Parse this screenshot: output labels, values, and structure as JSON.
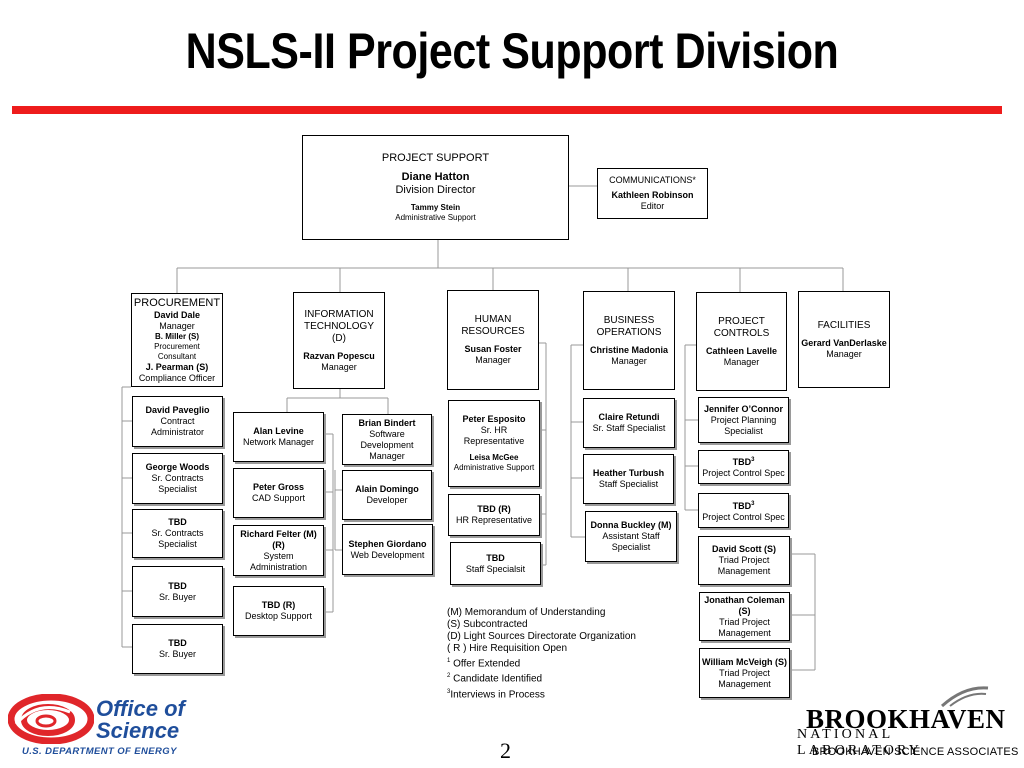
{
  "title": "NSLS-II Project Support Division",
  "page_number": "2",
  "footer": {
    "left_logo": {
      "line1": "Office of",
      "line2": "Science",
      "line3": "U.S. DEPARTMENT OF ENERGY"
    },
    "right_logo": {
      "word": "BROOKHAVEN",
      "sub": "NATIONAL LABORATORY",
      "associates": "BROOKHAVEN SCIENCE ASSOCIATES"
    }
  },
  "colors": {
    "title_bar": "#ee1c1c",
    "logo_blue": "#1f4e9b",
    "logo_red": "#e0262a"
  },
  "org": {
    "top": {
      "heading": "PROJECT SUPPORT",
      "director_name": "Diane  Hatton",
      "director_title": "Division Director",
      "assistant_name": "Tammy Stein",
      "assistant_title": "Administrative Support"
    },
    "communications": {
      "heading": "COMMUNICATIONS*",
      "name": "Kathleen Robinson",
      "title": "Editor"
    },
    "procurement": {
      "head": {
        "heading": "PROCUREMENT",
        "name": "David Dale",
        "title": "Manager",
        "name2": "B. Miller (S)",
        "title2": "Procurement Consultant",
        "name3": "J. Pearman (S)",
        "title3": "Compliance Officer"
      },
      "staff": [
        {
          "name": "David Paveglio",
          "title": "Contract Administrator"
        },
        {
          "name": "George Woods",
          "title": "Sr. Contracts Specialist"
        },
        {
          "name": "TBD",
          "title": "Sr. Contracts Specialist"
        },
        {
          "name": "TBD",
          "title": "Sr. Buyer"
        },
        {
          "name": "TBD",
          "title": "Sr. Buyer"
        }
      ]
    },
    "it": {
      "head": {
        "heading": "INFORMATION TECHNOLOGY (D)",
        "name": "Razvan Popescu",
        "title": "Manager"
      },
      "staff_left": [
        {
          "name": "Alan Levine",
          "title": "Network Manager"
        },
        {
          "name": "Peter Gross",
          "title": "CAD Support"
        },
        {
          "name": "Richard Felter (M) (R)",
          "title": "System Administration"
        },
        {
          "name": "TBD (R)",
          "title": "Desktop Support"
        }
      ],
      "staff_right": [
        {
          "name": "Brian Bindert",
          "title": "Software Development Manager"
        },
        {
          "name": "Alain Domingo",
          "title": "Developer"
        },
        {
          "name": "Stephen Giordano",
          "title": "Web Development"
        }
      ]
    },
    "hr": {
      "head": {
        "heading": "HUMAN RESOURCES",
        "name": "Susan Foster",
        "title": "Manager"
      },
      "staff": [
        {
          "name": "Peter Esposito",
          "title": "Sr. HR Representative",
          "name2": "Leisa McGee",
          "title2": "Administrative Support"
        },
        {
          "name": "TBD (R)",
          "title": "HR Representative"
        },
        {
          "name": "TBD",
          "title": "Staff Specialsit"
        }
      ]
    },
    "business": {
      "head": {
        "heading": "BUSINESS OPERATIONS",
        "name": "Christine Madonia",
        "title": "Manager"
      },
      "staff": [
        {
          "name": "Claire Retundi",
          "title": "Sr. Staff Specialist"
        },
        {
          "name": "Heather Turbush",
          "title": "Staff Specialist"
        },
        {
          "name": "Donna Buckley (M)",
          "title": "Assistant Staff Specialist"
        }
      ]
    },
    "controls": {
      "head": {
        "heading": "PROJECT CONTROLS",
        "name": "Cathleen Lavelle",
        "title": "Manager"
      },
      "staff": [
        {
          "name": "Jennifer O’Connor",
          "title": "Project Planning Specialist"
        },
        {
          "name": "TBD",
          "sup": "3",
          "title": "Project Control Spec"
        },
        {
          "name": "TBD",
          "sup": "3",
          "title": "Project Control Spec"
        },
        {
          "name": "David Scott (S)",
          "title": "Triad Project Management"
        },
        {
          "name": "Jonathan Coleman (S)",
          "title": "Triad Project Management"
        },
        {
          "name": "William McVeigh (S)",
          "title": "Triad Project Management"
        }
      ]
    },
    "facilities": {
      "head": {
        "heading": "FACILITIES",
        "name": "Gerard VanDerlaske",
        "title": "Manager"
      }
    }
  },
  "legend": [
    {
      "sup": "",
      "text": "(M) Memorandum of Understanding"
    },
    {
      "sup": "",
      "text": "(S) Subcontracted"
    },
    {
      "sup": "",
      "text": "(D) Light Sources Directorate Organization"
    },
    {
      "sup": "",
      "text": "( R ) Hire Requisition Open"
    },
    {
      "sup": "1",
      "text": " Offer Extended"
    },
    {
      "sup": "2",
      "text": " Candidate Identified"
    },
    {
      "sup": "3",
      "text": "Interviews in Process"
    }
  ]
}
